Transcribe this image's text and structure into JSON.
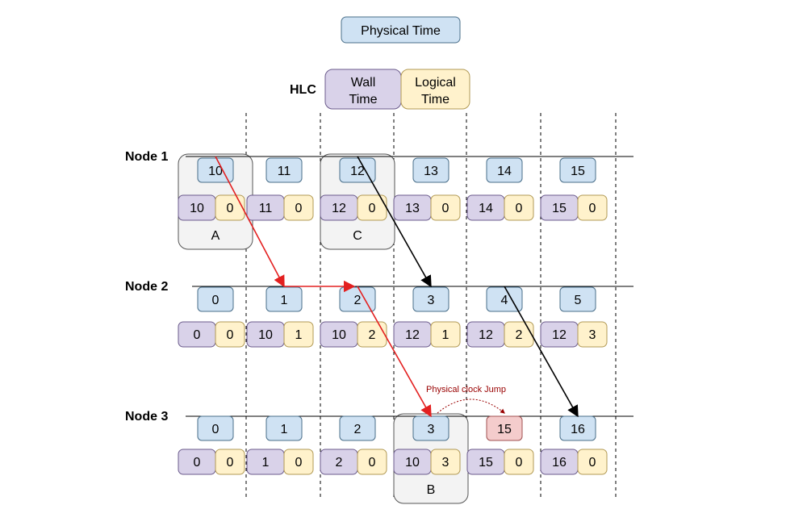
{
  "legend": {
    "physical_label": "Physical Time",
    "hlc_label": "HLC",
    "wall_label_lines": [
      "Wall",
      "Time"
    ],
    "logical_label_lines": [
      "Logical",
      "Time"
    ]
  },
  "colors": {
    "physical_fill": "#cfe2f3",
    "physical_stroke": "#4a6f8a",
    "wall_fill": "#d9d2e9",
    "wall_stroke": "#6b5b8c",
    "logical_fill": "#fff2cc",
    "logical_stroke": "#b29a55",
    "jump_fill": "#f4cccc",
    "jump_stroke": "#a05050",
    "group_fill": "#f3f3f3",
    "group_stroke": "#555555",
    "red_arrow": "#e32020",
    "black_arrow": "#000000",
    "annotation": "#990000"
  },
  "nodes": [
    {
      "label": "Node 1",
      "events": [
        {
          "physical": "10",
          "wall": "10",
          "logical": "0"
        },
        {
          "physical": "11",
          "wall": "11",
          "logical": "0"
        },
        {
          "physical": "12",
          "wall": "12",
          "logical": "0"
        },
        {
          "physical": "13",
          "wall": "13",
          "logical": "0"
        },
        {
          "physical": "14",
          "wall": "14",
          "logical": "0"
        },
        {
          "physical": "15",
          "wall": "15",
          "logical": "0"
        }
      ]
    },
    {
      "label": "Node 2",
      "events": [
        {
          "physical": "0",
          "wall": "0",
          "logical": "0"
        },
        {
          "physical": "1",
          "wall": "10",
          "logical": "1"
        },
        {
          "physical": "2",
          "wall": "10",
          "logical": "2"
        },
        {
          "physical": "3",
          "wall": "12",
          "logical": "1"
        },
        {
          "physical": "4",
          "wall": "12",
          "logical": "2"
        },
        {
          "physical": "5",
          "wall": "12",
          "logical": "3"
        }
      ]
    },
    {
      "label": "Node 3",
      "events": [
        {
          "physical": "0",
          "wall": "0",
          "logical": "0"
        },
        {
          "physical": "1",
          "wall": "1",
          "logical": "0"
        },
        {
          "physical": "2",
          "wall": "2",
          "logical": "0"
        },
        {
          "physical": "3",
          "wall": "10",
          "logical": "3"
        },
        {
          "physical": "15",
          "wall": "15",
          "logical": "0",
          "jump": true
        },
        {
          "physical": "16",
          "wall": "16",
          "logical": "0"
        }
      ]
    }
  ],
  "groups": [
    {
      "label": "A",
      "node": 0,
      "col": 0
    },
    {
      "label": "C",
      "node": 0,
      "col": 2
    },
    {
      "label": "B",
      "node": 2,
      "col": 3
    }
  ],
  "messages": [
    {
      "color": "red",
      "from": {
        "node": 0,
        "col": 0
      },
      "to": {
        "node": 1,
        "col": 1
      }
    },
    {
      "color": "red",
      "from": {
        "node": 1,
        "col": 1
      },
      "to": {
        "node": 1,
        "col": 2
      }
    },
    {
      "color": "red",
      "from": {
        "node": 1,
        "col": 2
      },
      "to": {
        "node": 2,
        "col": 3
      }
    },
    {
      "color": "black",
      "from": {
        "node": 0,
        "col": 2
      },
      "to": {
        "node": 1,
        "col": 3
      }
    },
    {
      "color": "black",
      "from": {
        "node": 1,
        "col": 4
      },
      "to": {
        "node": 2,
        "col": 5
      }
    }
  ],
  "annotation": {
    "text": "Physical clock Jump",
    "node": 2,
    "from_col": 3,
    "to_col": 4
  }
}
